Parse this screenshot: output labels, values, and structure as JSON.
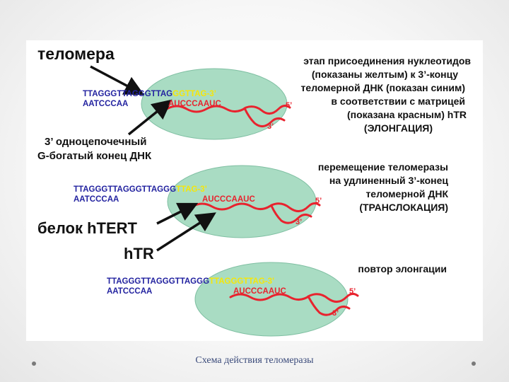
{
  "labels": {
    "telomere": "теломера",
    "overhang_line1": "3’ одноцепочечный",
    "overhang_line2": "G-богатый конец ДНК",
    "protein": "белок hTERT",
    "htr": "hTR"
  },
  "stages": [
    {
      "dna_blue": "TTAGGGTTAGGGTTAG",
      "dna_yellow": "GGTTAG-3’",
      "rna_blue": "AATCCCAA",
      "rna_red": "AUCCCAAUC",
      "end5": "5’",
      "end3": "3’",
      "description": [
        "этап присоединения нуклеотидов",
        "(показаны желтым) к 3’-концу",
        "теломерной ДНК (показан синим)",
        "в  соответствии с матрицей",
        "(показана красным) hTR",
        "(ЭЛОНГАЦИЯ)"
      ]
    },
    {
      "dna_blue": "TTAGGGTTAGGGTTAGGG",
      "dna_yellow": "TTAG-3’",
      "rna_blue": "AATCCCAA",
      "rna_red": "AUCCCAAUC",
      "end5": "5’",
      "end3": "3’",
      "description": [
        "перемещение теломеразы",
        "на удлиненный 3’-конец",
        "теломерной ДНК",
        "(ТРАНСЛОКАЦИЯ)"
      ]
    },
    {
      "dna_blue": "TTAGGGTTAGGGTTAGGG",
      "dna_yellow": "TTAGGGTTAG-3’",
      "rna_blue": "AATCCCAA",
      "rna_red": "AUCCCAAUC",
      "end5": "5’",
      "end3": "3’",
      "description": [
        "повтор элонгации"
      ]
    }
  ],
  "caption": "Схема действия теломеразы",
  "colors": {
    "ellipse_fill": "#a9dcc3",
    "rna_red": "#e8232e",
    "dna_blue": "#2323a0",
    "nucleotide_yellow": "#f5e60a",
    "arrow": "#111111",
    "caption": "#3a4a7a"
  }
}
